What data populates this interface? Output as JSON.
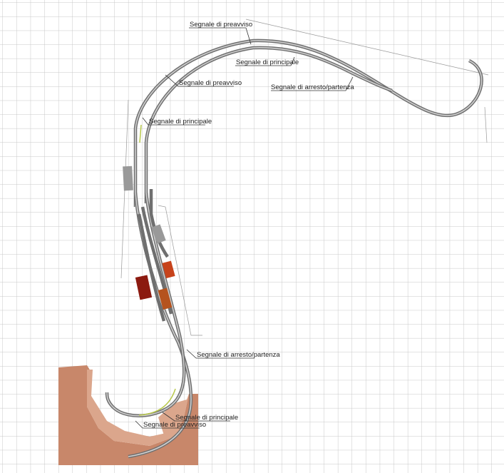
{
  "labels": {
    "preavviso_top": "Segnale di preavviso",
    "principale_top": "Segnale di principale",
    "preavviso_left": "Segnale di preavviso",
    "arresto_top": "Segnale di arresto/partenza",
    "principale_left": "Segnale di principale",
    "arresto_bottom": "Segnale di arresto/partenza",
    "principale_bottom": "Segnale di principale",
    "preavviso_bottom": "Segnale di preavviso"
  },
  "colors": {
    "grid": "#c8c8c8",
    "track": "#6f6f6f",
    "terrain": "#c8876a",
    "terrain_light": "#dba68c",
    "building_gray": "#999999",
    "building_red": "#8c1a10",
    "building_orange": "#c7431b"
  }
}
